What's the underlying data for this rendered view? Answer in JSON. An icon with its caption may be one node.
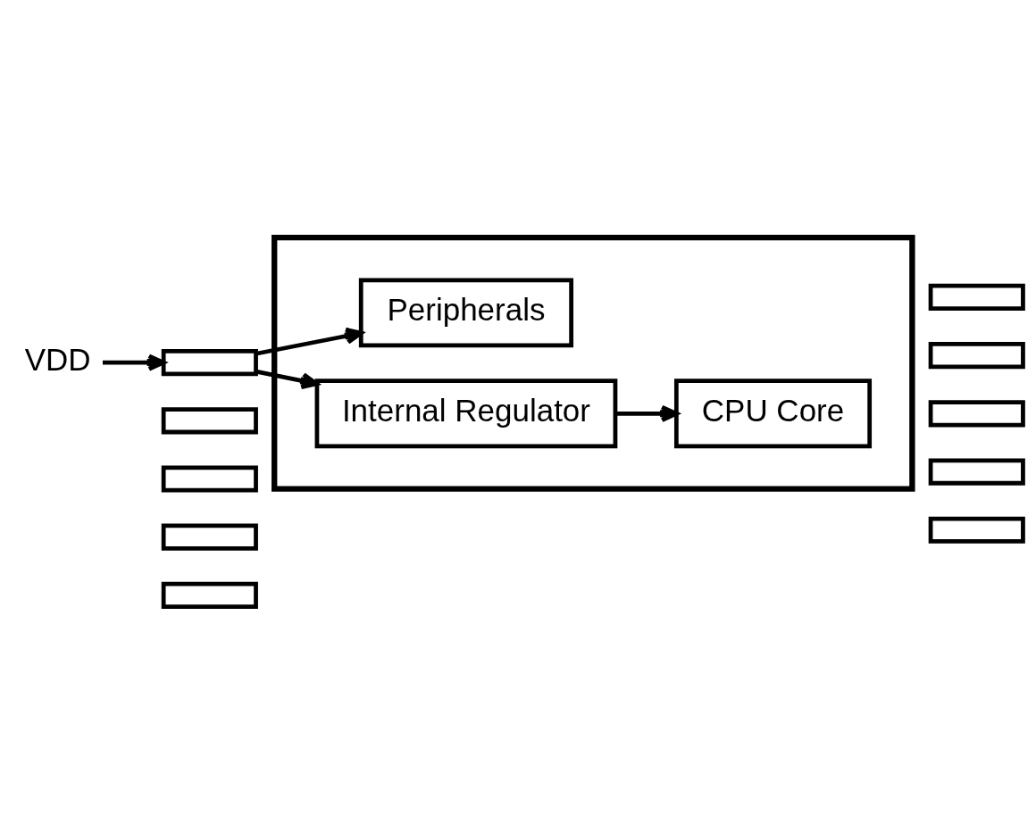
{
  "diagram": {
    "nodes": [
      {
        "text": [],
        "shape": "box"
      },
      {
        "text": [
          "VDD"
        ]
      },
      {
        "text": [],
        "shape": "bar"
      },
      {
        "text": [],
        "shape": "bar"
      },
      {
        "text": [],
        "shape": "bar"
      },
      {
        "text": [],
        "shape": "bar"
      },
      {
        "text": [],
        "shape": "bar"
      },
      {
        "text": [
          "Peripherals"
        ],
        "in": 0
      },
      {
        "text": [
          "Internal Regulator"
        ],
        "in": 0
      },
      {
        "text": [
          "CPU Core"
        ],
        "in": 0
      },
      {
        "text": [],
        "shape": "bar"
      },
      {
        "text": [],
        "shape": "bar"
      },
      {
        "text": [],
        "shape": "bar"
      },
      {
        "text": [],
        "shape": "bar"
      },
      {
        "text": [],
        "shape": "bar"
      }
    ],
    "edges": [
      {
        "from": 1,
        "to": 2,
        "arrow": "to"
      },
      {
        "from": 2,
        "to": 7,
        "arrow": "to"
      },
      {
        "from": 2,
        "to": 8,
        "arrow": "to"
      },
      {
        "from": 8,
        "to": 9,
        "arrow": "to"
      }
    ]
  }
}
